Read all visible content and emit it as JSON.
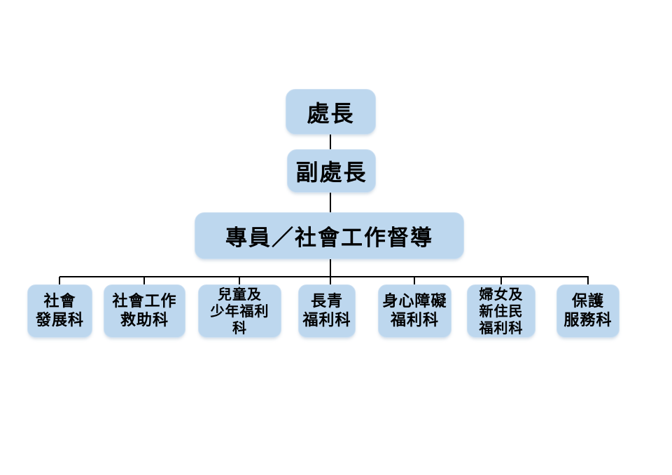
{
  "org_chart": {
    "nodes": {
      "director": {
        "label": "處長"
      },
      "deputy_director": {
        "label": "副處長"
      },
      "supervisor": {
        "label": "專員／社會工作督導"
      }
    },
    "departments": [
      {
        "lines": [
          "社會",
          "發展科"
        ]
      },
      {
        "lines": [
          "社會工作",
          "救助科"
        ]
      },
      {
        "lines": [
          "兒童及",
          "少年福利",
          "科"
        ]
      },
      {
        "lines": [
          "長青",
          "福利科"
        ]
      },
      {
        "lines": [
          "身心障礙",
          "福利科"
        ]
      },
      {
        "lines": [
          "婦女及",
          "新住民",
          "福利科"
        ]
      },
      {
        "lines": [
          "保護",
          "服務科"
        ]
      }
    ],
    "colors": {
      "node_fill": "#bdd7ee",
      "node_edge": "#cde0f2",
      "connector": "#000000",
      "text": "#000000",
      "background": "#ffffff"
    }
  }
}
